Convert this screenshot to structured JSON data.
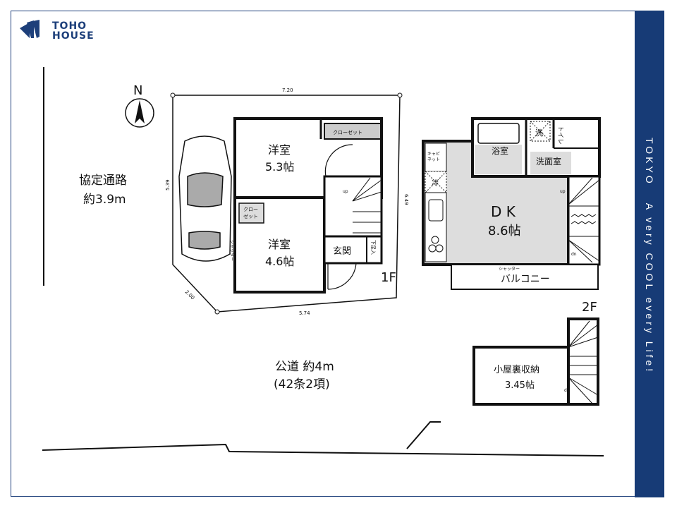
{
  "brand": {
    "name_line1": "TOHO",
    "name_line2": "HOUSE",
    "color": "#1d3f7a"
  },
  "banner": {
    "text1": "TOKYO",
    "text2": "A very COOL every Life!",
    "color": "#173b76"
  },
  "compass": {
    "label": "N"
  },
  "site": {
    "dim_top": "7.20",
    "dim_left": "5.39",
    "dim_right": "6.49",
    "dim_corner": "2.00",
    "dim_bottom": "5.74"
  },
  "roads": {
    "side_line1": "協定通路",
    "side_line2": "約3.9m",
    "front_line1": "公道 約4m",
    "front_line2": "(42条2項)"
  },
  "floor1": {
    "label": "1F",
    "room1": {
      "name": "洋室",
      "size": "5.3帖"
    },
    "room2": {
      "name": "洋室",
      "size": "4.6帖"
    },
    "closet1": "クローゼット",
    "closet2_line1": "クロー",
    "closet2_line2": "ゼット",
    "entrance": "玄関",
    "shoe_storage": "下足入",
    "shutter": "シャッター",
    "stair_up": "up"
  },
  "floor2": {
    "label": "2F",
    "dk": {
      "name": "D K",
      "size": "8.6帖"
    },
    "bath": "浴室",
    "washroom": "洗面室",
    "washer": "洗",
    "toilet": "トイレ",
    "cabinet_line1": "キャビ",
    "cabinet_line2": "ネット",
    "fridge": "冷",
    "balcony": "バルコニー",
    "shutter": "シャッター",
    "stair_up": "up",
    "stair_down": "dn"
  },
  "loft": {
    "name": "小屋裏収納",
    "size": "3.45帖",
    "stair_down": "dn"
  }
}
